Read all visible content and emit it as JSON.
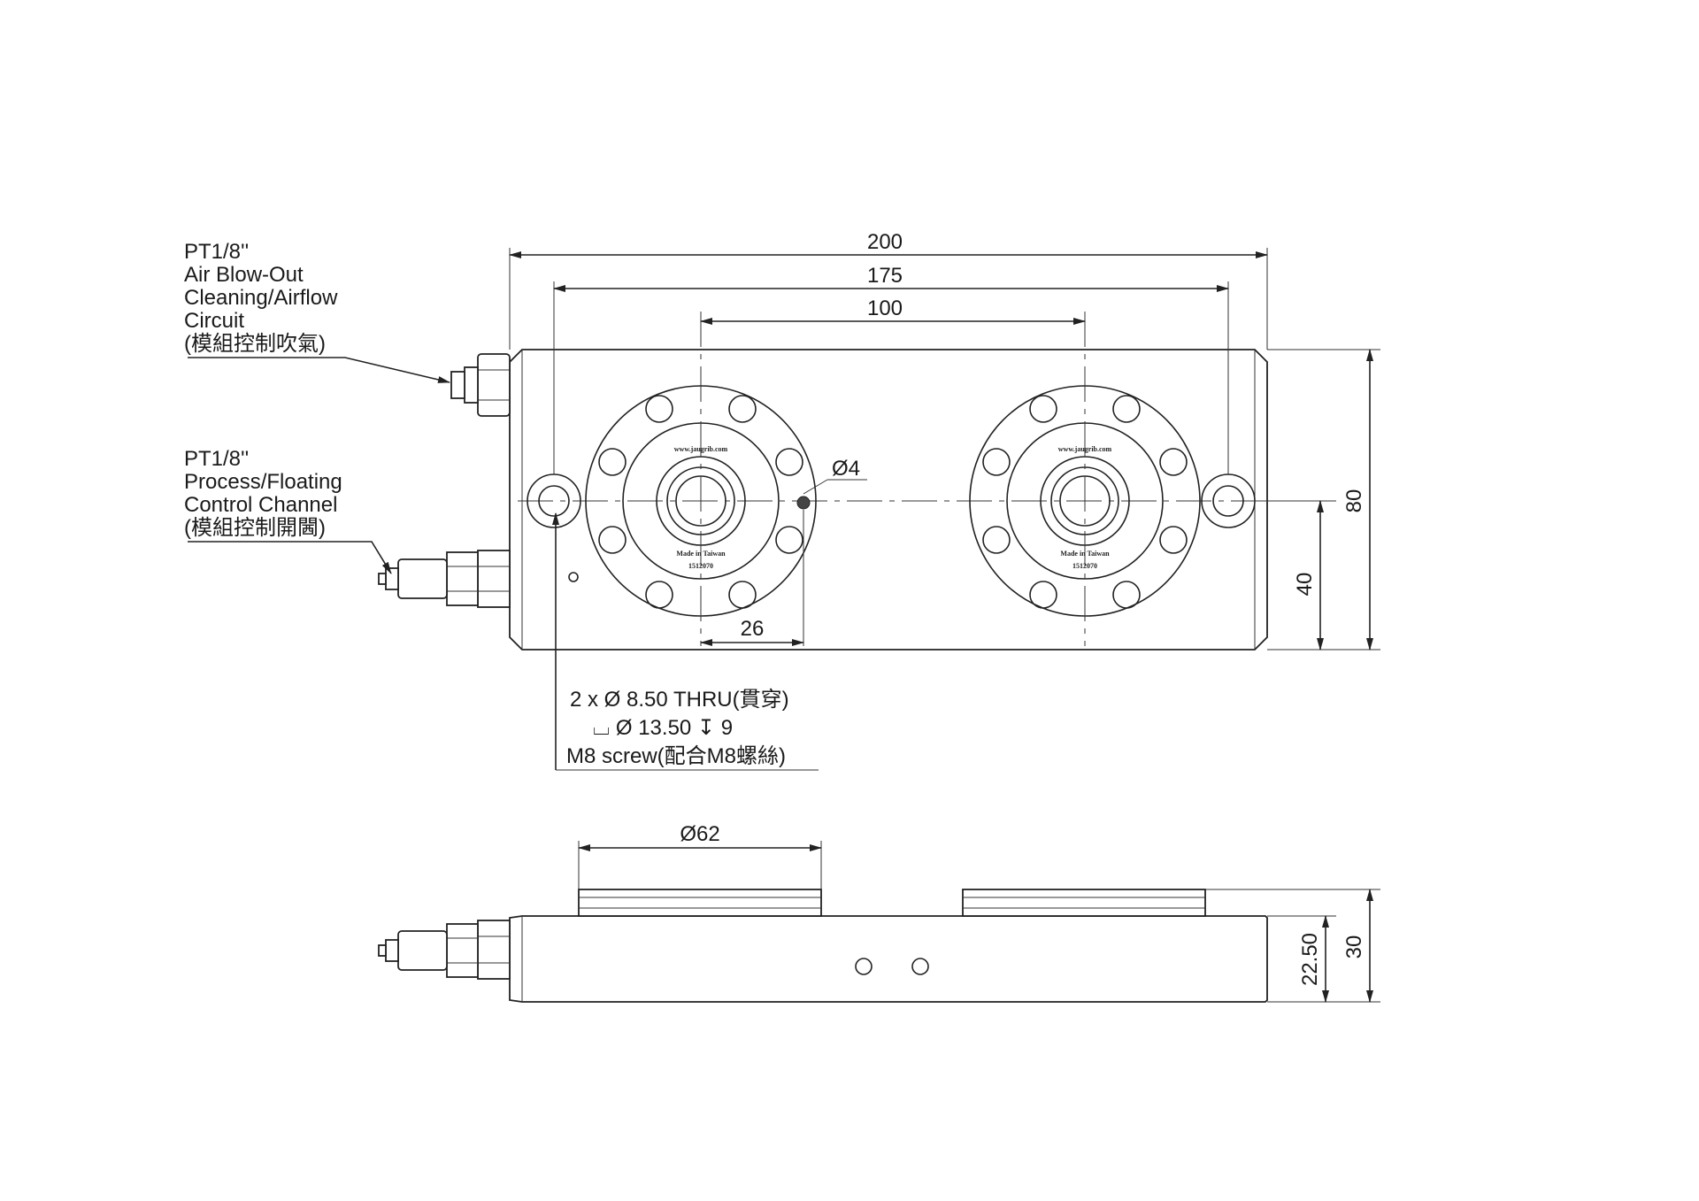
{
  "top_view": {
    "dimensions": {
      "overall_length": "200",
      "anchor_span": "175",
      "module_pitch": "100",
      "pin_hole": "Ø4",
      "pin_offset": "26",
      "center_height": "40",
      "overall_width": "80"
    },
    "callouts": {
      "air_blow": [
        "PT1/8''",
        "Air Blow-Out",
        "Cleaning/Airflow",
        "Circuit",
        "(模組控制吹氣)"
      ],
      "process_channel": [
        "PT1/8''",
        "Process/Floating",
        "Control Channel",
        "(模組控制開閪)"
      ],
      "mount_holes": [
        "2 x  Ø  8.50 THRU(貫穿)",
        "⌴  Ø  13.50  ↧  9",
        "M8 screw(配合M8螺絲)"
      ]
    },
    "engravings": {
      "url": "www.jaugrib.com",
      "made_in": "Made in Taiwan",
      "serial": "1512070"
    }
  },
  "side_view": {
    "dimensions": {
      "module_diameter": "Ø62",
      "body_height": "22.50",
      "total_height": "30"
    }
  },
  "colors": {
    "line": "#222222",
    "background": "#ffffff"
  }
}
